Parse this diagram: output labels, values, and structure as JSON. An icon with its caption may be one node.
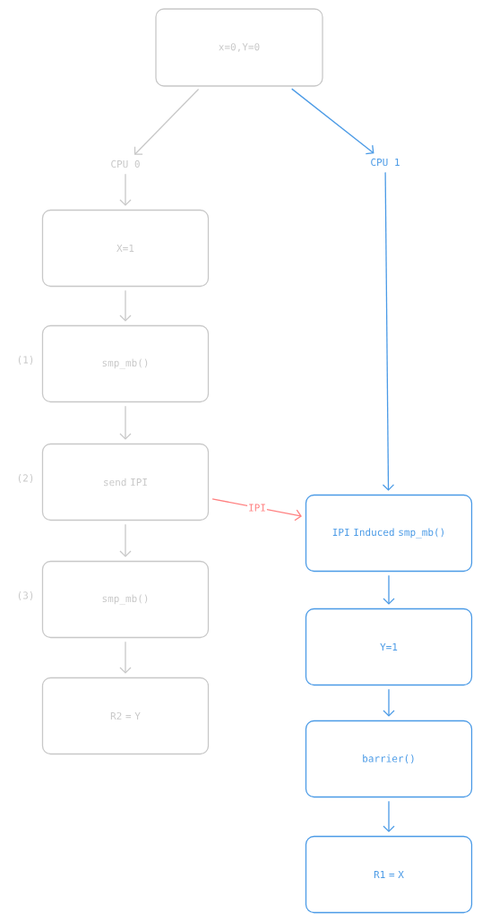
{
  "diagram": {
    "nodes": [
      {
        "text": [
          "x=0,Y=0"
        ]
      },
      {
        "text": [
          "CPU 0"
        ]
      },
      {
        "text": [
          "CPU 1"
        ]
      },
      {
        "text": [
          "X=1"
        ]
      },
      {
        "text": [
          "smp_mb()"
        ],
        "beside": [
          "(1)"
        ]
      },
      {
        "text": [
          "send IPI"
        ],
        "beside": [
          "(2)"
        ]
      },
      {
        "text": [
          "smp_mb()"
        ],
        "beside": [
          "(3)"
        ]
      },
      {
        "text": [
          "R2 = Y"
        ]
      },
      {
        "text": [
          "IPI Induced smp_mb()"
        ]
      },
      {
        "text": [
          "Y=1"
        ]
      },
      {
        "text": [
          "barrier()"
        ]
      },
      {
        "text": [
          "R1 = X"
        ]
      }
    ],
    "edges": [
      {
        "from": 0,
        "to": 1,
        "arrow": "to"
      },
      {
        "from": 0,
        "to": 2,
        "arrow": "to",
        "color": "#4a9ae6"
      },
      {
        "from": 1,
        "to": 3,
        "arrow": "to"
      },
      {
        "from": 3,
        "to": 4,
        "arrow": "to"
      },
      {
        "from": 4,
        "to": 5,
        "arrow": "to"
      },
      {
        "from": 5,
        "to": 6,
        "arrow": "to"
      },
      {
        "from": 6,
        "to": 7,
        "arrow": "to"
      },
      {
        "from": 5,
        "to": 8,
        "arrow": "to",
        "label": "IPI",
        "color": "#ff8080"
      },
      {
        "from": 2,
        "to": 8,
        "arrow": "to",
        "color": "#4a9ae6"
      },
      {
        "from": 8,
        "to": 9,
        "arrow": "to",
        "color": "#4a9ae6"
      },
      {
        "from": 9,
        "to": 10,
        "arrow": "to",
        "color": "#4a9ae6"
      },
      {
        "from": 10,
        "to": 11,
        "arrow": "to",
        "color": "#4a9ae6"
      }
    ]
  }
}
